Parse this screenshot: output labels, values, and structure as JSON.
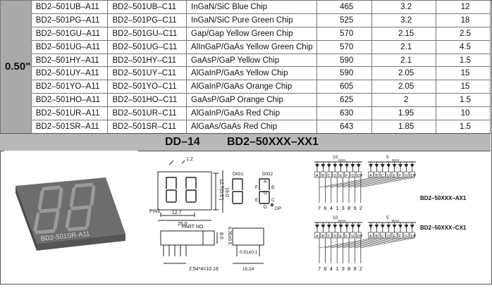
{
  "spec_table": {
    "size_label": "0.50\"",
    "rows": [
      {
        "part_a": "BD2–501UB–A11",
        "part_c": "BD2–501UB–C11",
        "chip": "InGaN/SiC  Blue Chip",
        "wavelength": "465",
        "vf": "3.2",
        "iv": "12"
      },
      {
        "part_a": "BD2–501PG–A11",
        "part_c": "BD2–501PG–C11",
        "chip": "InGaN/SiC Pure Green Chip",
        "wavelength": "525",
        "vf": "3.2",
        "iv": "18"
      },
      {
        "part_a": "BD2–501GU–A11",
        "part_c": "BD2–501GU–C11",
        "chip": "Gap/Gap Yellow Green  Chip",
        "wavelength": "570",
        "vf": "2.15",
        "iv": "2.5"
      },
      {
        "part_a": "BD2–501UG–A11",
        "part_c": "BD2–501UG–C11",
        "chip": "AlInGaP/GaAs Yellow Green Chip",
        "wavelength": "570",
        "vf": "2.1",
        "iv": "4.5"
      },
      {
        "part_a": "BD2–501HY–A11",
        "part_c": "BD2–501HY–C11",
        "chip": "GaAsP/GaP Yellow  Chip",
        "wavelength": "590",
        "vf": "2.1",
        "iv": "1.5"
      },
      {
        "part_a": "BD2–501UY–A11",
        "part_c": "BD2–501UY–C11",
        "chip": "AlGaInP/GaAs Yellow  Chip",
        "wavelength": "590",
        "vf": "2.05",
        "iv": "15"
      },
      {
        "part_a": "BD2–501YO–A11",
        "part_c": "BD2–501YO–C11",
        "chip": "AlGaInP/GaAs Orange  Chip",
        "wavelength": "605",
        "vf": "2.05",
        "iv": "15"
      },
      {
        "part_a": "BD2–501HO–A11",
        "part_c": "BD2–501HO–C11",
        "chip": "GaAsP/GaP Orange  Chip",
        "wavelength": "625",
        "vf": "2",
        "iv": "1.5"
      },
      {
        "part_a": "BD2–501UR–A11",
        "part_c": "BD2–501UR–C11",
        "chip": "AlGaInP/GaAs Red  Chip",
        "wavelength": "630",
        "vf": "1.95",
        "iv": "10"
      },
      {
        "part_a": "BD2–501SR–A11",
        "part_c": "BD2–501SR–C11",
        "chip": "AlGaAs/GaAs Red Chip",
        "wavelength": "643",
        "vf": "1.85",
        "iv": "1.5"
      }
    ]
  },
  "section_bar": {
    "drawing_no": "DD–14",
    "series": "BD2–50XXX–XX1"
  },
  "product_photo": {
    "marking": "BD2-501SR-A11"
  },
  "dimension_drawing": {
    "dim_top": "1.2",
    "dim_height": "12.7(0.5\")",
    "dim_total": "19.0",
    "dim_pin_spacing": "12.7",
    "dim_width": "25.0",
    "pin1_label": "PIN1",
    "part_no_label": "PART NO.",
    "dim_side": "8.0",
    "dim_pitch": "2.54*4=10.16",
    "dim_side_w": "6.35±0.5",
    "dim_pin_d": "0.51±0.1",
    "dim_row": "15.24"
  },
  "digit_labels": {
    "dig1": "DIG1",
    "dig2": "DIG2",
    "seg": [
      "A",
      "B",
      "C",
      "D",
      "E",
      "F",
      "G",
      "DP"
    ]
  },
  "circuits": {
    "segment_letters": [
      "A",
      "B",
      "C",
      "D",
      "E",
      "F",
      "G",
      "DP"
    ],
    "common_pin_1": "10",
    "common_pin_2": "5",
    "dig1_tag": "DIG1",
    "dig2_tag": "DIG2",
    "bottom_pins": [
      "7",
      "6",
      "4",
      "1",
      "3",
      "8",
      "9",
      "2"
    ],
    "label_ax": "BD2–50XXX–AX1",
    "label_cx": "BD2–50XXX–CX1"
  }
}
